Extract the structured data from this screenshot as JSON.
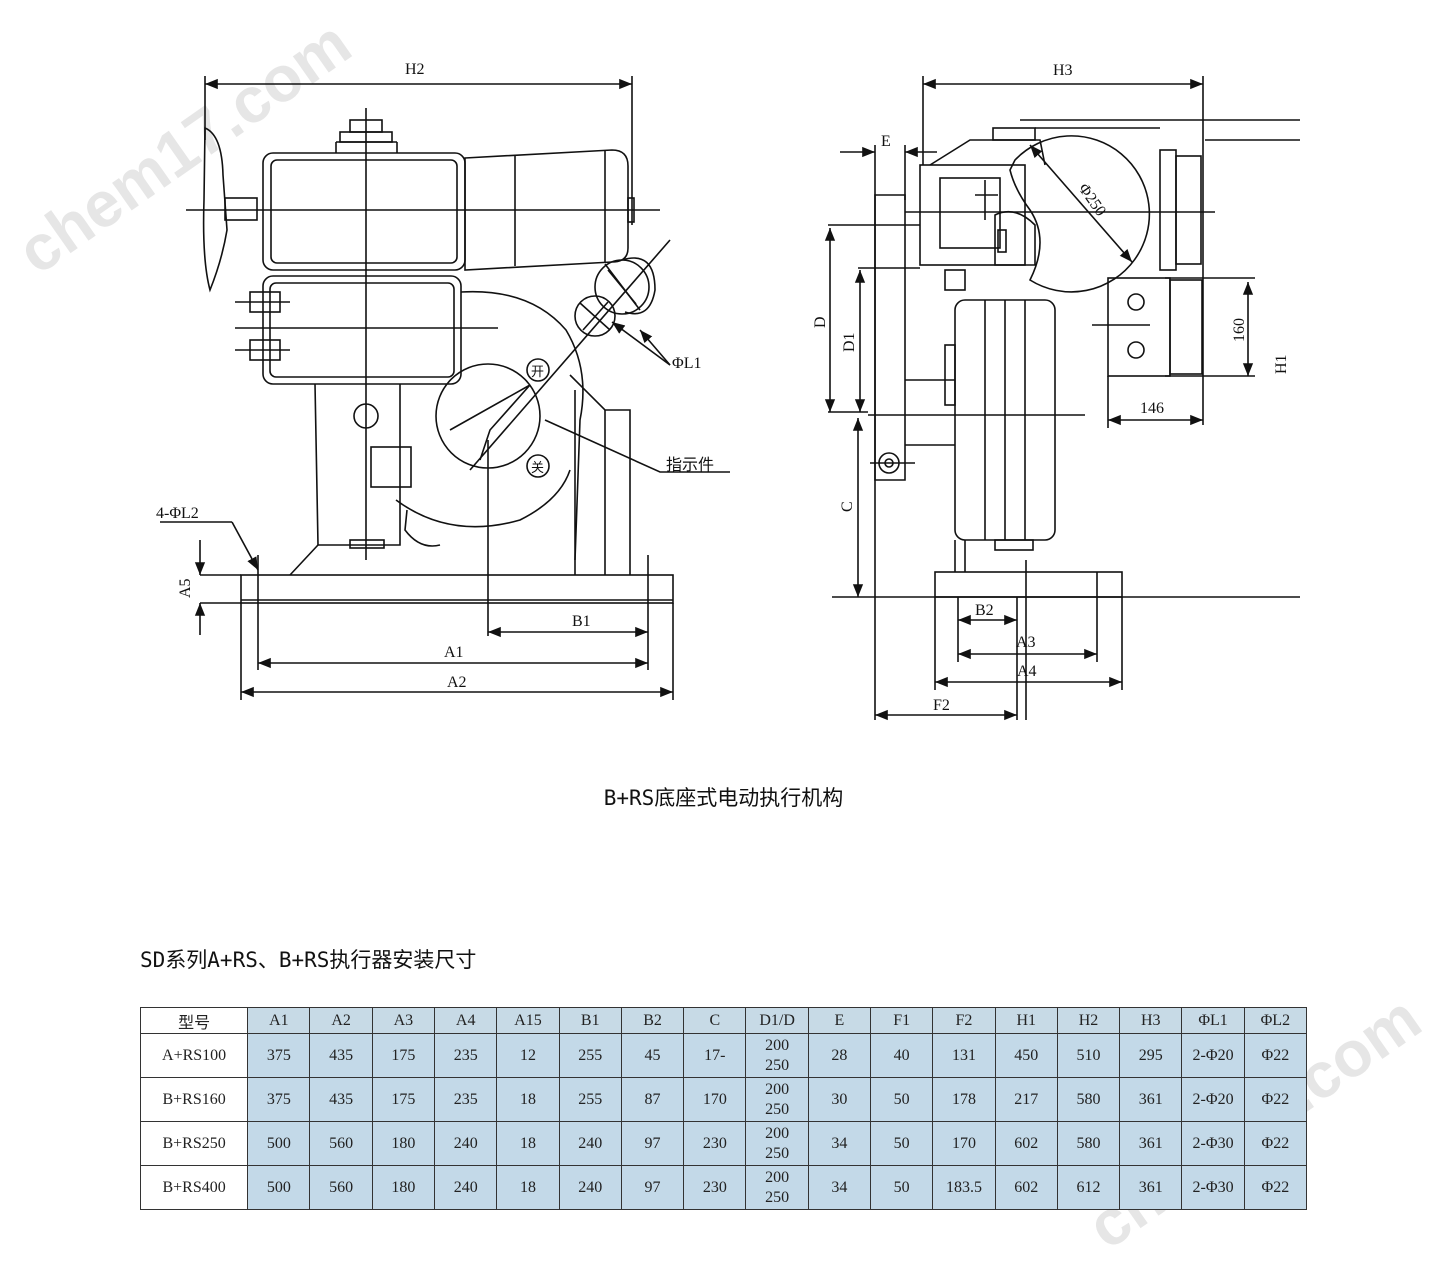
{
  "drawing": {
    "left_view_labels": {
      "h2": "H2",
      "phi_l1": "ΦL1",
      "open_mark": "开",
      "close_mark": "关",
      "indicator": "指示件",
      "four_phi_l2": "4-ΦL2",
      "a5": "A5",
      "b1": "B1",
      "a1": "A1",
      "a2": "A2"
    },
    "right_view_labels": {
      "h3": "H3",
      "e": "E",
      "phi250": "Φ250",
      "d": "D",
      "d1": "D1",
      "c": "C",
      "dim160": "160",
      "h1": "H1",
      "dim146": "146",
      "b2": "B2",
      "a3": "A3",
      "a4": "A4",
      "f2": "F2"
    }
  },
  "caption": "B+RS底座式电动执行机构",
  "table_title": "SD系列A+RS、B+RS执行器安装尺寸",
  "table": {
    "headers": [
      "型号",
      "A1",
      "A2",
      "A3",
      "A4",
      "A15",
      "B1",
      "B2",
      "C",
      "D1/D",
      "E",
      "F1",
      "F2",
      "H1",
      "H2",
      "H3",
      "ΦL1",
      "ΦL2"
    ],
    "rows": [
      [
        "A+RS100",
        "375",
        "435",
        "175",
        "235",
        "12",
        "255",
        "45",
        "17-",
        [
          "200",
          "250"
        ],
        "28",
        "40",
        "131",
        "450",
        "510",
        "295",
        "2-Φ20",
        "Φ22"
      ],
      [
        "B+RS160",
        "375",
        "435",
        "175",
        "235",
        "18",
        "255",
        "87",
        "170",
        [
          "200",
          "250"
        ],
        "30",
        "50",
        "178",
        "217",
        "580",
        "361",
        "2-Φ20",
        "Φ22"
      ],
      [
        "B+RS250",
        "500",
        "560",
        "180",
        "240",
        "18",
        "240",
        "97",
        "230",
        [
          "200",
          "250"
        ],
        "34",
        "50",
        "170",
        "602",
        "580",
        "361",
        "2-Φ30",
        "Φ22"
      ],
      [
        "B+RS400",
        "500",
        "560",
        "180",
        "240",
        "18",
        "240",
        "97",
        "230",
        [
          "200",
          "250"
        ],
        "34",
        "50",
        "183.5",
        "602",
        "612",
        "361",
        "2-Φ30",
        "Φ22"
      ]
    ]
  },
  "watermark": "chem17.com"
}
